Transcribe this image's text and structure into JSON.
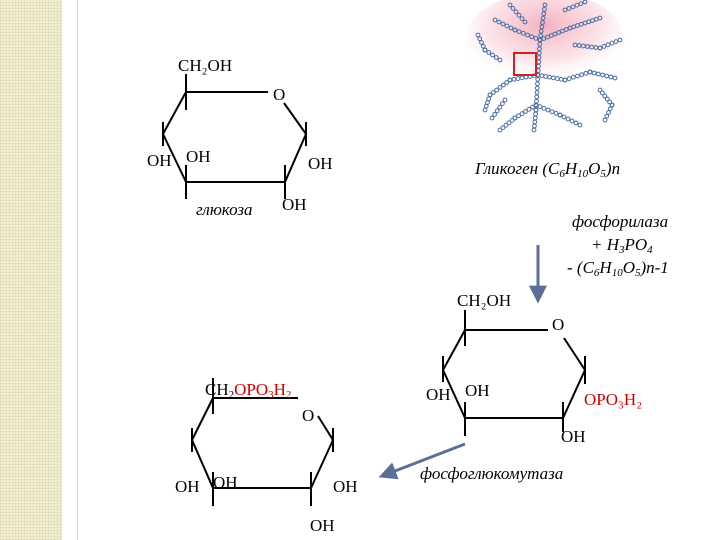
{
  "glucose": {
    "ch2oh": "CH₂OH",
    "ring_o": "O",
    "oh_left1": "OH",
    "oh_left2": "OH",
    "oh_right": "OH",
    "oh_bottom": "OH",
    "name": "глюкоза"
  },
  "glycogen": {
    "label_prefix": "Гликоген (C",
    "sub_c": "6",
    "mid_h": "H",
    "sub_h": "10",
    "mid_o": "O",
    "sub_o": "5",
    "label_suffix": ")n"
  },
  "phosphorylase": {
    "line1": "фосфорилаза",
    "line2_prefix": "+ H",
    "line2_sub_h": "3",
    "line2_mid": "PO",
    "line2_sub_o": "4",
    "line3_prefix": "- (C",
    "line3_sub_c": "6",
    "line3_mid_h": "H",
    "line3_sub_h": "10",
    "line3_mid_o": "O",
    "line3_sub_o": "5",
    "line3_suffix": ")n-1"
  },
  "g1p": {
    "ch2oh": "CH₂OH",
    "ring_o": "O",
    "oh_left1": "OH",
    "oh_left2": "OH",
    "opo3h2": "OPO₃H₂",
    "oh_bottom": "OH"
  },
  "g6p": {
    "ch2_prefix": "CH",
    "ch2_sub": "2",
    "opo": "OPO",
    "opo_sub3": "3",
    "h": "H",
    "h_sub2": "2",
    "ring_o": "O",
    "oh_left1": "OH",
    "oh_left2": "OH",
    "oh_right": "OH",
    "oh_bottom": "OH"
  },
  "phosphoglucomutase": {
    "label": "фосфоглюкомутаза"
  },
  "colors": {
    "phosphate": "#cc0000",
    "arrow": "#5b6f98",
    "glycogen_bead": "#4a6fa5",
    "highlight_box": "#d21f1f",
    "glow": "#f4a6b8"
  }
}
